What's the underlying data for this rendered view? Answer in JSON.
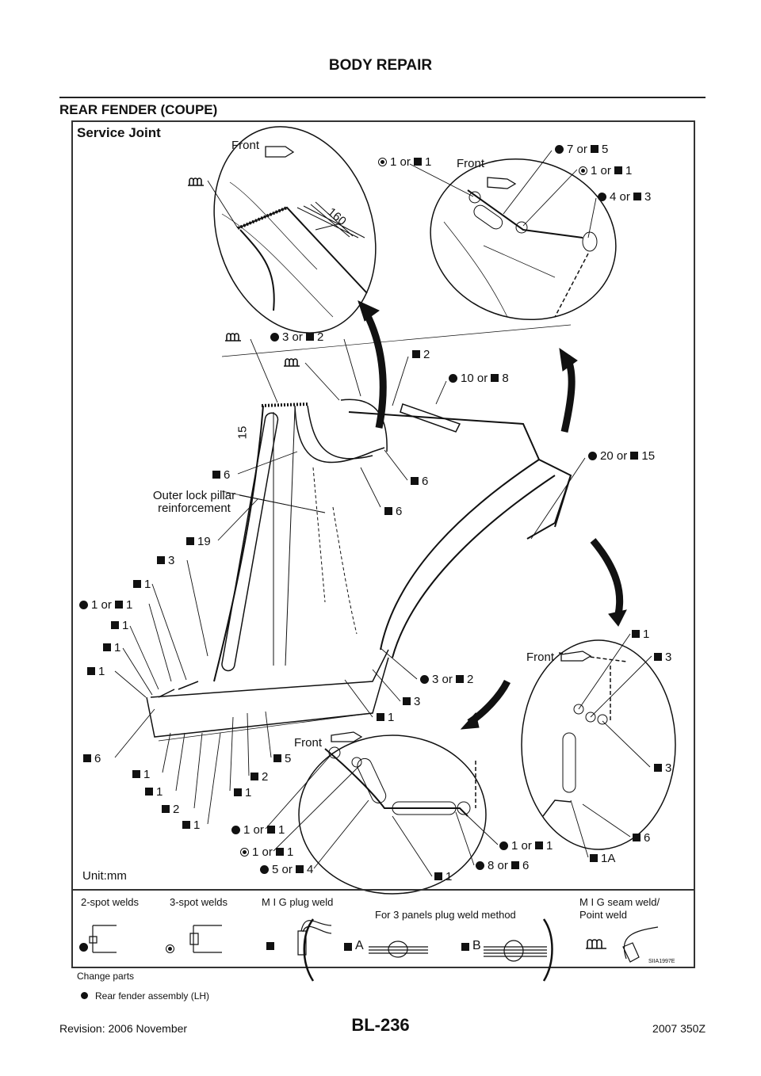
{
  "header": {
    "title": "BODY REPAIR"
  },
  "section": {
    "title": "REAR FENDER (COUPE)"
  },
  "figure": {
    "heading": "Service Joint",
    "unit": "Unit:mm",
    "code": "SIIA1997E",
    "dimension_160": "160",
    "dimension_15": "15",
    "front_labels": [
      "Front",
      "Front",
      "Front",
      "Front"
    ],
    "callouts": [
      {
        "parts": [
          [
            "seam",
            ""
          ]
        ]
      },
      {
        "parts": [
          [
            "dbl",
            "1"
          ],
          [
            "or",
            ""
          ],
          [
            "sq",
            "1"
          ]
        ]
      },
      {
        "parts": [
          [
            "dot",
            "7"
          ],
          [
            "or",
            ""
          ],
          [
            "sq",
            "5"
          ]
        ]
      },
      {
        "parts": [
          [
            "dbl",
            "1"
          ],
          [
            "or",
            ""
          ],
          [
            "sq",
            "1"
          ]
        ]
      },
      {
        "parts": [
          [
            "dot",
            "4"
          ],
          [
            "or",
            ""
          ],
          [
            "sq",
            "3"
          ]
        ]
      },
      {
        "parts": [
          [
            "seam",
            ""
          ]
        ]
      },
      {
        "parts": [
          [
            "dot",
            "3"
          ],
          [
            "or",
            ""
          ],
          [
            "sq",
            "2"
          ]
        ]
      },
      {
        "parts": [
          [
            "seam",
            ""
          ]
        ]
      },
      {
        "parts": [
          [
            "sq",
            "2"
          ]
        ]
      },
      {
        "parts": [
          [
            "dot",
            "10"
          ],
          [
            "or",
            ""
          ],
          [
            "sq",
            "8"
          ]
        ]
      },
      {
        "parts": [
          [
            "sq",
            "6"
          ]
        ]
      },
      {
        "parts": [
          [
            "dot",
            "20"
          ],
          [
            "or",
            ""
          ],
          [
            "sq",
            "15"
          ]
        ]
      },
      {
        "parts": [
          [
            "sq",
            "6"
          ]
        ]
      },
      {
        "parts": [
          [
            "sq",
            "6"
          ]
        ]
      },
      {
        "parts": [
          [
            "sq",
            "19"
          ]
        ]
      },
      {
        "parts": [
          [
            "sq",
            "3"
          ]
        ]
      },
      {
        "parts": [
          [
            "sq",
            "1"
          ]
        ]
      },
      {
        "parts": [
          [
            "dot",
            "1"
          ],
          [
            "or",
            ""
          ],
          [
            "sq",
            "1"
          ]
        ]
      },
      {
        "parts": [
          [
            "sq",
            "1"
          ]
        ]
      },
      {
        "parts": [
          [
            "sq",
            "1"
          ]
        ]
      },
      {
        "parts": [
          [
            "sq",
            "1"
          ]
        ]
      },
      {
        "parts": [
          [
            "dot",
            "3"
          ],
          [
            "or",
            ""
          ],
          [
            "sq",
            "2"
          ]
        ]
      },
      {
        "parts": [
          [
            "sq",
            "3"
          ]
        ]
      },
      {
        "parts": [
          [
            "sq",
            "1"
          ]
        ]
      },
      {
        "parts": [
          [
            "sq",
            "6"
          ]
        ]
      },
      {
        "parts": [
          [
            "sq",
            "5"
          ]
        ]
      },
      {
        "parts": [
          [
            "sq",
            "2"
          ]
        ]
      },
      {
        "parts": [
          [
            "sq",
            "1"
          ]
        ]
      },
      {
        "parts": [
          [
            "sq",
            "1"
          ]
        ]
      },
      {
        "parts": [
          [
            "sq",
            "1"
          ]
        ]
      },
      {
        "parts": [
          [
            "sq",
            "2"
          ]
        ]
      },
      {
        "parts": [
          [
            "sq",
            "1"
          ]
        ]
      },
      {
        "parts": [
          [
            "dot",
            "1"
          ],
          [
            "or",
            ""
          ],
          [
            "sq",
            "1"
          ]
        ]
      },
      {
        "parts": [
          [
            "dbl",
            "1"
          ],
          [
            "or",
            ""
          ],
          [
            "sq",
            "1"
          ]
        ]
      },
      {
        "parts": [
          [
            "dot",
            "5"
          ],
          [
            "or",
            ""
          ],
          [
            "sq",
            "4"
          ]
        ]
      },
      {
        "parts": [
          [
            "sq",
            "1"
          ]
        ]
      },
      {
        "parts": [
          [
            "dot",
            "8"
          ],
          [
            "or",
            ""
          ],
          [
            "sq",
            "6"
          ]
        ]
      },
      {
        "parts": [
          [
            "dot",
            "1"
          ],
          [
            "or",
            ""
          ],
          [
            "sq",
            "1"
          ]
        ]
      },
      {
        "parts": [
          [
            "sq",
            "1A"
          ]
        ]
      },
      {
        "parts": [
          [
            "sq",
            "6"
          ]
        ]
      },
      {
        "parts": [
          [
            "sq",
            "3"
          ]
        ]
      },
      {
        "parts": [
          [
            "sq",
            "3"
          ]
        ]
      },
      {
        "parts": [
          [
            "sq",
            "1"
          ]
        ]
      }
    ],
    "or_word": "or",
    "outer_lock_label": "Outer lock pillar reinforcement",
    "legend": {
      "two_spot": "2-spot welds",
      "three_spot": "3-spot welds",
      "mig_plug": "M I G plug weld",
      "three_panels": "For 3 panels plug weld method",
      "method_a": "A",
      "method_b": "B",
      "mig_seam": "M I G seam weld/",
      "point_weld": "Point weld"
    }
  },
  "notes": {
    "change_parts": "Change parts",
    "items": [
      "Rear fender assembly (LH)"
    ]
  },
  "footer": {
    "page": "BL-236",
    "revision": "Revision: 2006 November",
    "model": "2007 350Z"
  }
}
